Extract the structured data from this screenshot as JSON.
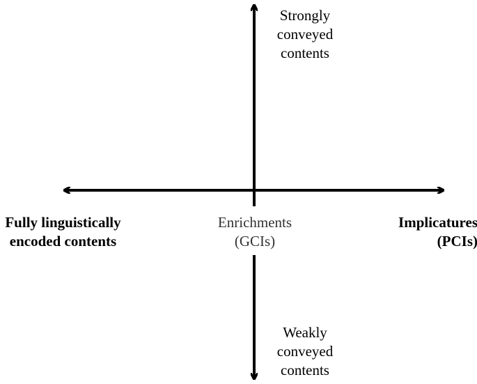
{
  "axes": {
    "top": {
      "line1": "Strongly",
      "line2": "conveyed",
      "line3": "contents"
    },
    "bottom": {
      "line1": "Weakly",
      "line2": "conveyed",
      "line3": "contents"
    },
    "left": {
      "line1": "Fully linguistically",
      "line2": "encoded contents"
    },
    "center": {
      "line1": "Enrichments",
      "line2": "(GCIs)"
    },
    "right": {
      "line1": "Implicatures",
      "line2": "(PCIs)"
    }
  },
  "colors": {
    "axis": "#000000",
    "center_text": "#333333"
  }
}
